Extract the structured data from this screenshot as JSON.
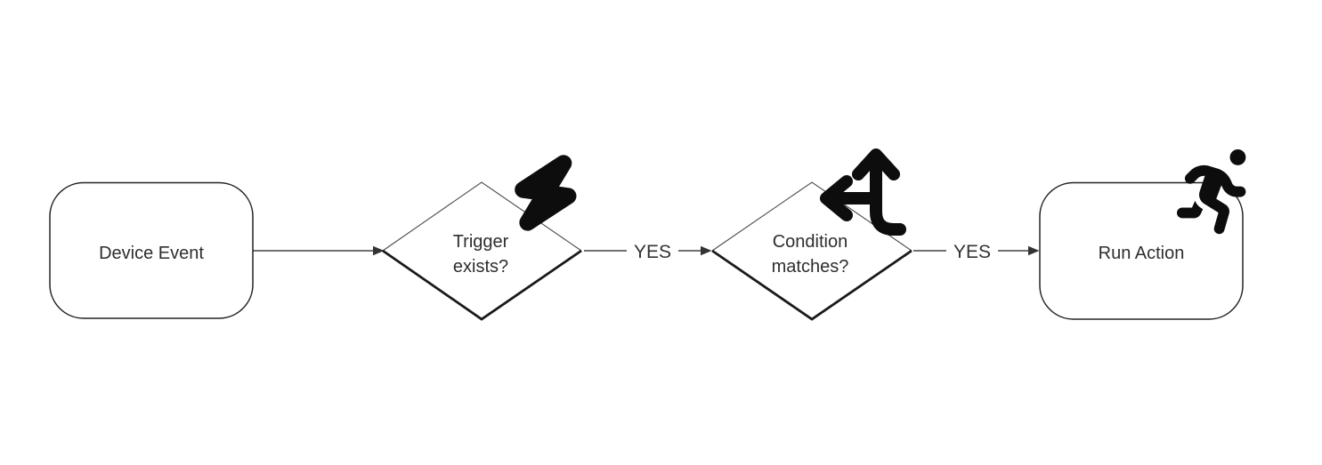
{
  "diagram": {
    "type": "flowchart",
    "background": "#ffffff",
    "colors": {
      "icon": "#0d0d0d",
      "shape_stroke": "#242424",
      "decision_stroke_thick": "#1a1a1a",
      "connector": "#404040",
      "text": "#2e2e2e"
    },
    "nodes": {
      "device_event": {
        "type": "process",
        "label": "Device Event"
      },
      "trigger_exists": {
        "type": "decision",
        "line1": "Trigger",
        "line2": "exists?",
        "icon": "lightning-bolt-icon"
      },
      "condition_matches": {
        "type": "decision",
        "line1": "Condition",
        "line2": "matches?",
        "icon": "split-arrows-icon"
      },
      "run_action": {
        "type": "process",
        "label": "Run Action",
        "icon": "person-running-icon"
      }
    },
    "edges": {
      "event_to_trigger": {
        "from": "device_event",
        "to": "trigger_exists",
        "label": ""
      },
      "trigger_to_condition": {
        "from": "trigger_exists",
        "to": "condition_matches",
        "label": "YES"
      },
      "condition_to_action": {
        "from": "condition_matches",
        "to": "run_action",
        "label": "YES"
      }
    }
  }
}
